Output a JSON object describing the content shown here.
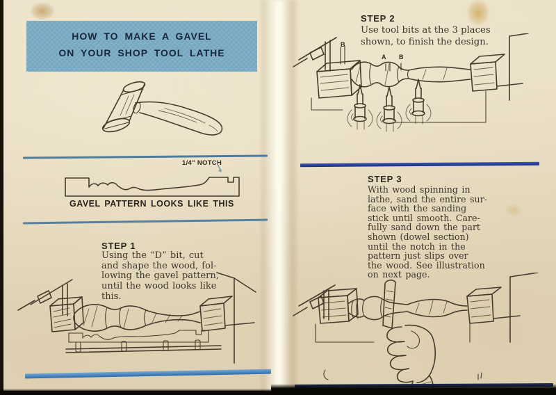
{
  "booklet": {
    "left_page": {
      "title_box": {
        "line1": "HOW TO MAKE A GAVEL",
        "line2": "ON YOUR SHOP TOOL LATHE"
      },
      "pattern_section": {
        "notch_label": "1/4\" NOTCH",
        "caption": "GAVEL PATTERN LOOKS LIKE THIS"
      },
      "step1": {
        "heading": "STEP 1",
        "lines": [
          "Using the “D” bit, cut",
          "and shape the wood, fol-",
          "lowing the gavel pattern,",
          "until the wood looks like",
          "this."
        ]
      }
    },
    "right_page": {
      "step2": {
        "heading": "STEP 2",
        "lines": [
          "Use tool bits at the 3 places",
          "shown, to finish the design."
        ],
        "figure_labels": {
          "left_b": "B",
          "a": "A",
          "right_b": "B"
        }
      },
      "step3": {
        "heading": "STEP 3",
        "lines": [
          "With wood spinning in",
          "lathe, sand the entire sur-",
          "face with the sanding",
          "stick until smooth. Care-",
          "fully sand down the part",
          "shown (dowel section)",
          "until the notch in the",
          "pattern just slips over",
          "the wood. See illustration",
          "on next page."
        ]
      }
    },
    "colors": {
      "paper": "#eadfc6",
      "title_box_bg": "#7cadc6",
      "title_text": "#18263e",
      "rule_thin_blue": "#4d7c9e",
      "rule_thick_blue": "#3c78b4",
      "rule_navy": "#22388c",
      "ink": "#453b2c"
    }
  }
}
